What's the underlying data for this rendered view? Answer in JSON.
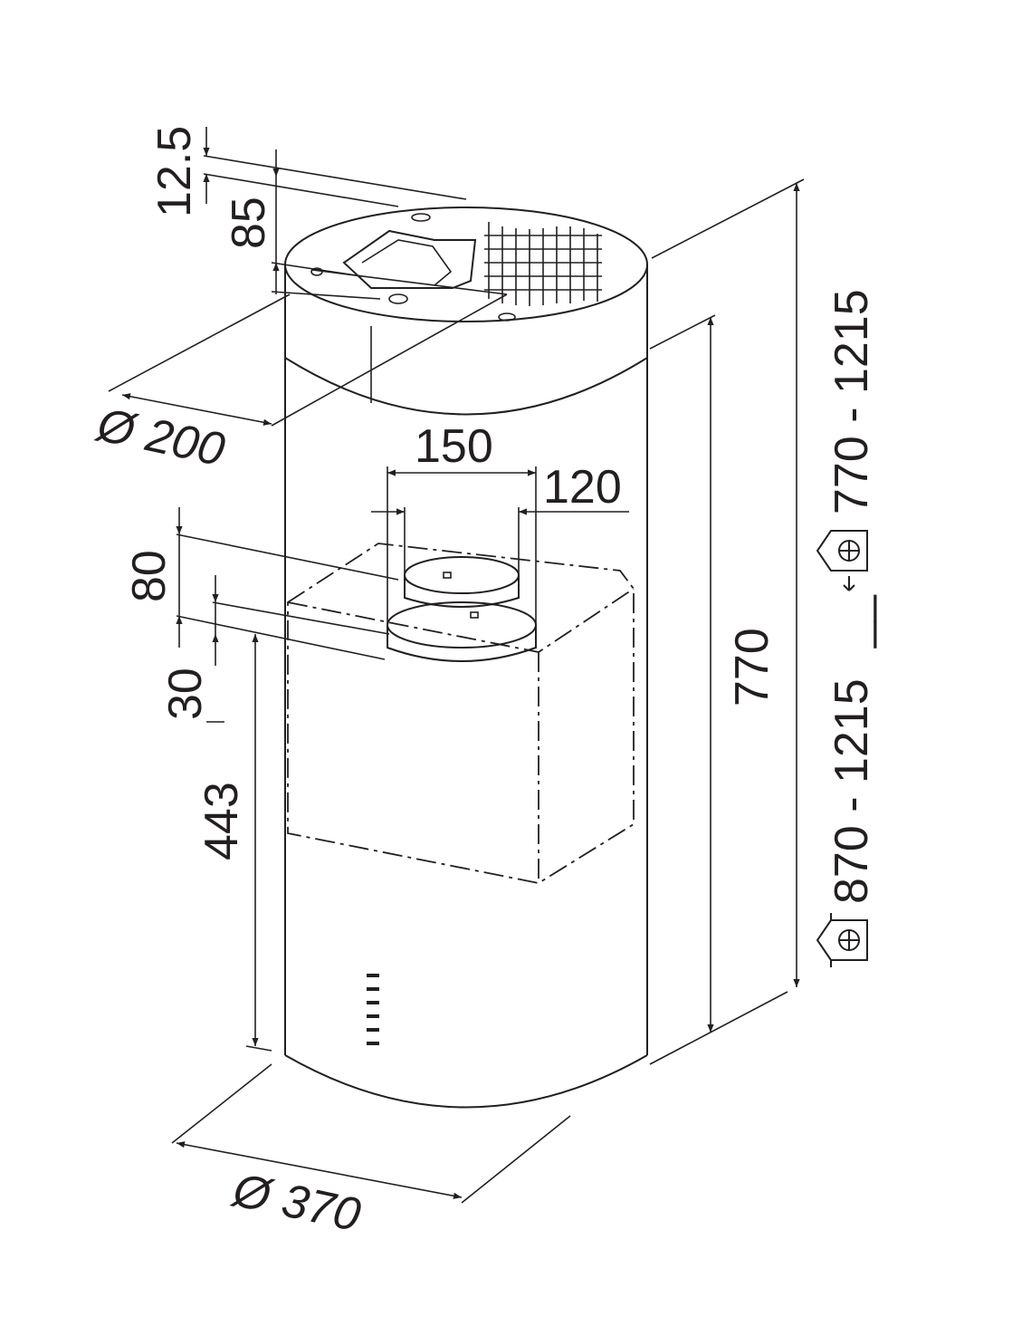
{
  "dimensions": {
    "top_gap": "12.5",
    "top_ring_height": "85",
    "duct_diameter": "Ø 200",
    "outlet_width": "150",
    "outlet_inner": "120",
    "outlet_height": "80",
    "outlet_offset": "30",
    "lower_height": "443",
    "body_height": "770",
    "body_diameter": "Ø 370",
    "height_extraction": "870 - 1215",
    "height_separator": "__",
    "height_recirculation": "770 - 1215"
  },
  "icons": [
    "extraction-mode-icon",
    "recirculation-mode-icon"
  ],
  "colors": {
    "line": "#231f20",
    "background": "#ffffff"
  }
}
